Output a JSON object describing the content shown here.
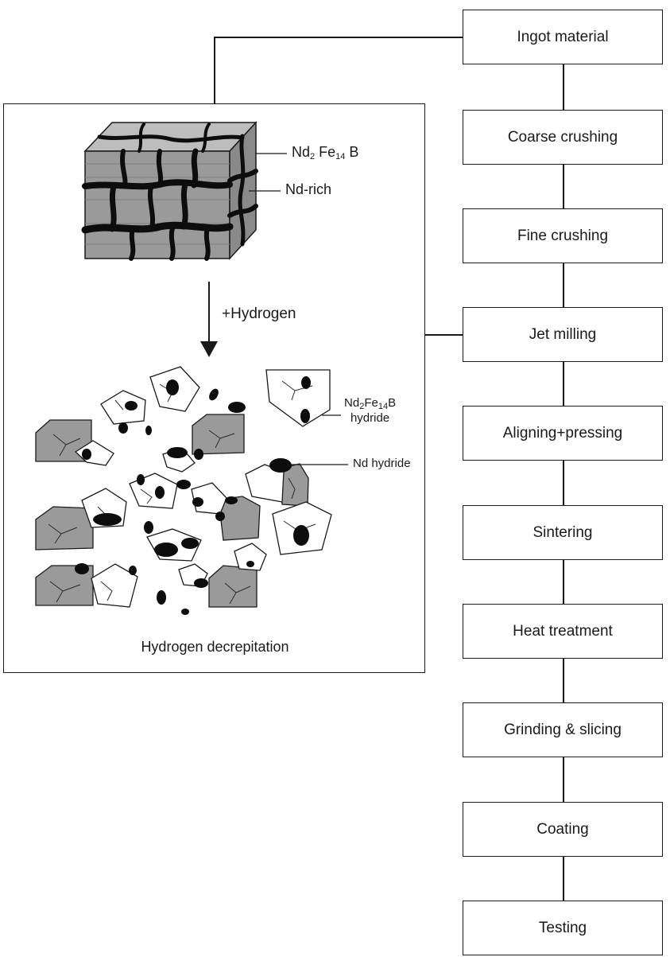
{
  "flow": {
    "steps": [
      {
        "label": "Ingot material"
      },
      {
        "label": "Coarse crushing"
      },
      {
        "label": "Fine crushing"
      },
      {
        "label": "Jet milling"
      },
      {
        "label": "Aligning+pressing"
      },
      {
        "label": "Sintering"
      },
      {
        "label": "Heat treatment"
      },
      {
        "label": "Grinding & slicing"
      },
      {
        "label": "Coating"
      },
      {
        "label": "Testing"
      }
    ]
  },
  "panel": {
    "phase_main": {
      "base": "Nd",
      "sub1": "2",
      "mid": " Fe",
      "sub2": "14",
      "tail": " B"
    },
    "phase_boundary": "Nd-rich",
    "process_arrow": "+Hydrogen",
    "hydride_main": {
      "base": "Nd",
      "sub1": "2",
      "mid": "Fe",
      "sub2": "14",
      "tail": "B",
      "line2": "hydride"
    },
    "hydride_boundary": "Nd hydride",
    "caption": "Hydrogen decrepitation"
  },
  "colors": {
    "grain_gray": "#9a9a9a",
    "boundary_black": "#0d0d0d",
    "line": "#1a1a1a"
  }
}
